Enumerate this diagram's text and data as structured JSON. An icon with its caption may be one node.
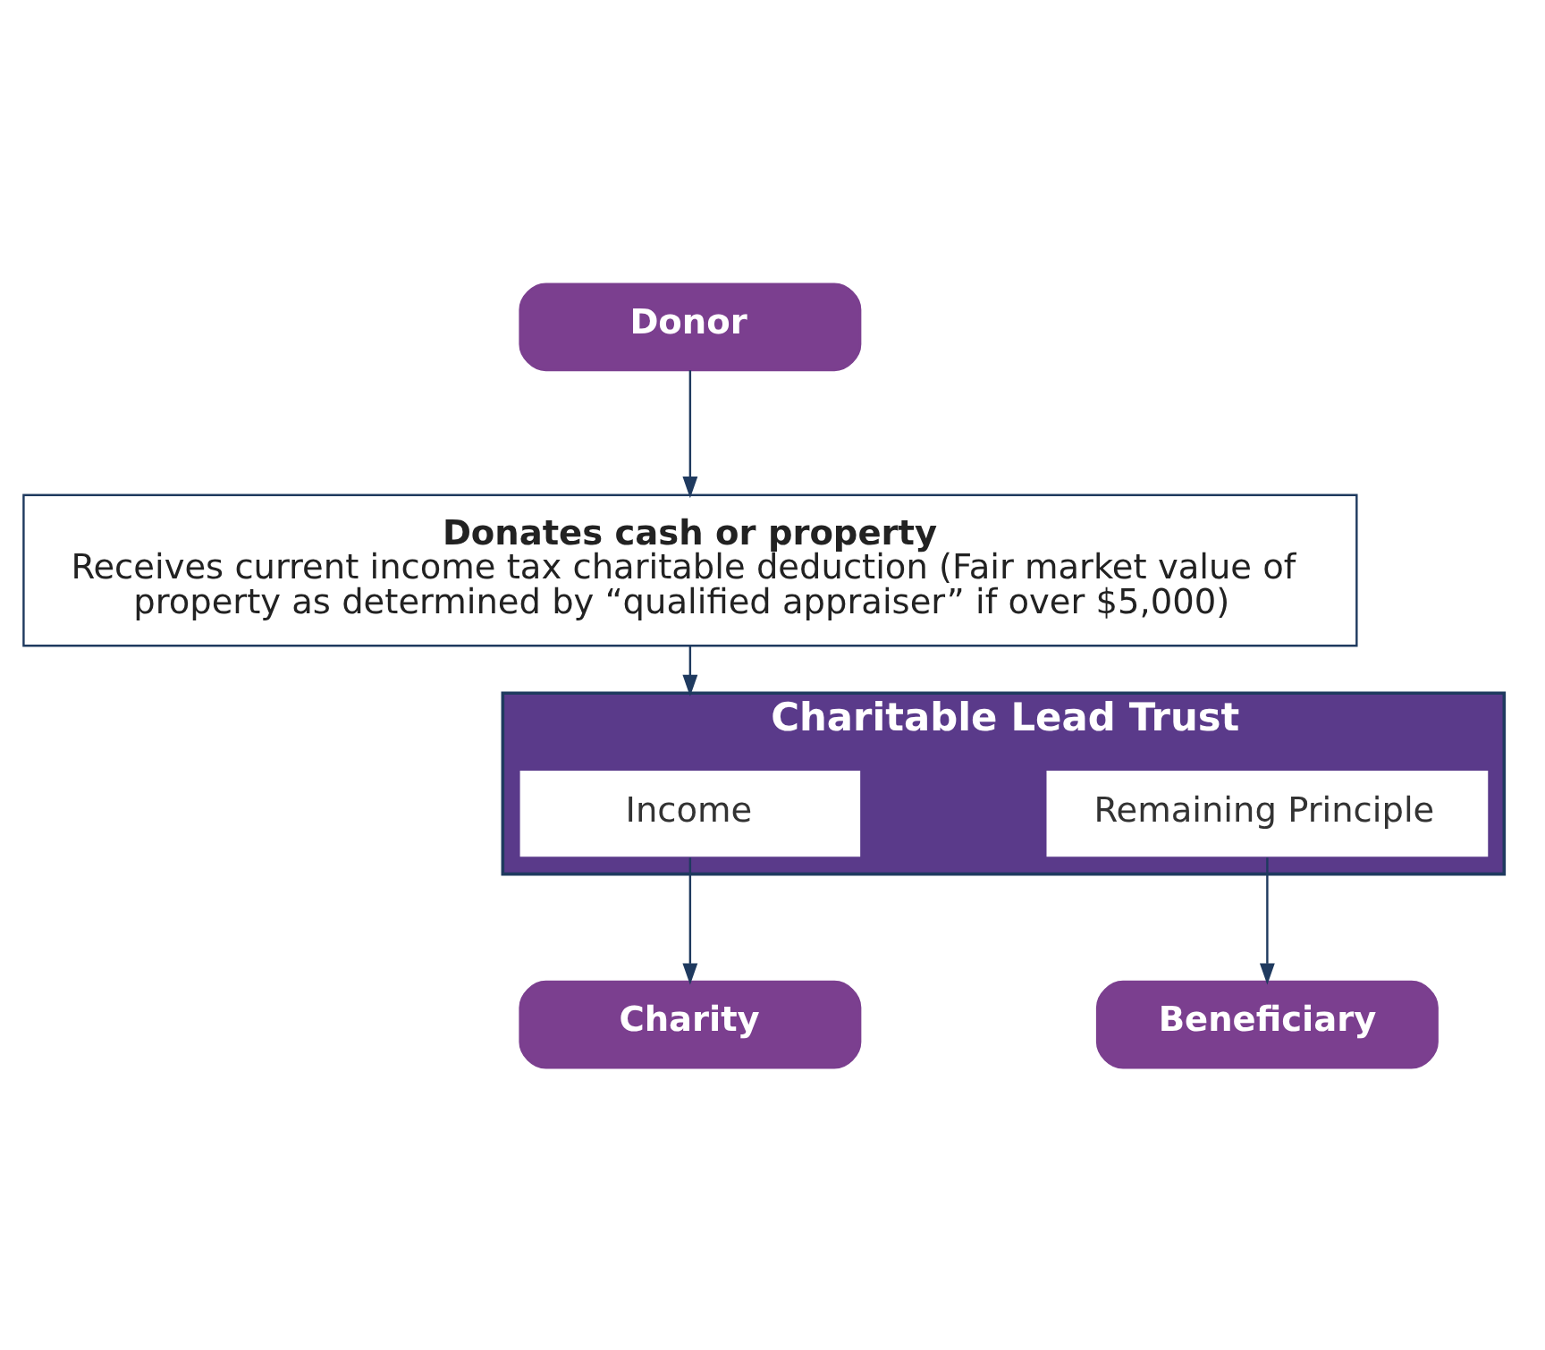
{
  "diagram": {
    "nodes": [
      {
        "text": [
          "Donor"
        ]
      },
      {
        "text": [
          "Donates cash or property",
          "Receives current income tax charitable deduction (Fair market value of property as determined by “qualified appraiser” if over $5,000)"
        ]
      },
      {
        "text": [
          "Charitable Lead Trust"
        ]
      },
      {
        "text": [
          "Income"
        ],
        "in": 2
      },
      {
        "text": [
          "Remaining Principle"
        ],
        "in": 2
      },
      {
        "text": [
          "Charity"
        ]
      },
      {
        "text": [
          "Beneficiary"
        ]
      }
    ],
    "edges": [
      {
        "from": 0,
        "to": 1,
        "arrow": "to"
      },
      {
        "from": 1,
        "to": 2,
        "arrow": "to"
      },
      {
        "from": 3,
        "to": 5,
        "arrow": "to"
      },
      {
        "from": 4,
        "to": 6,
        "arrow": "to"
      }
    ]
  }
}
